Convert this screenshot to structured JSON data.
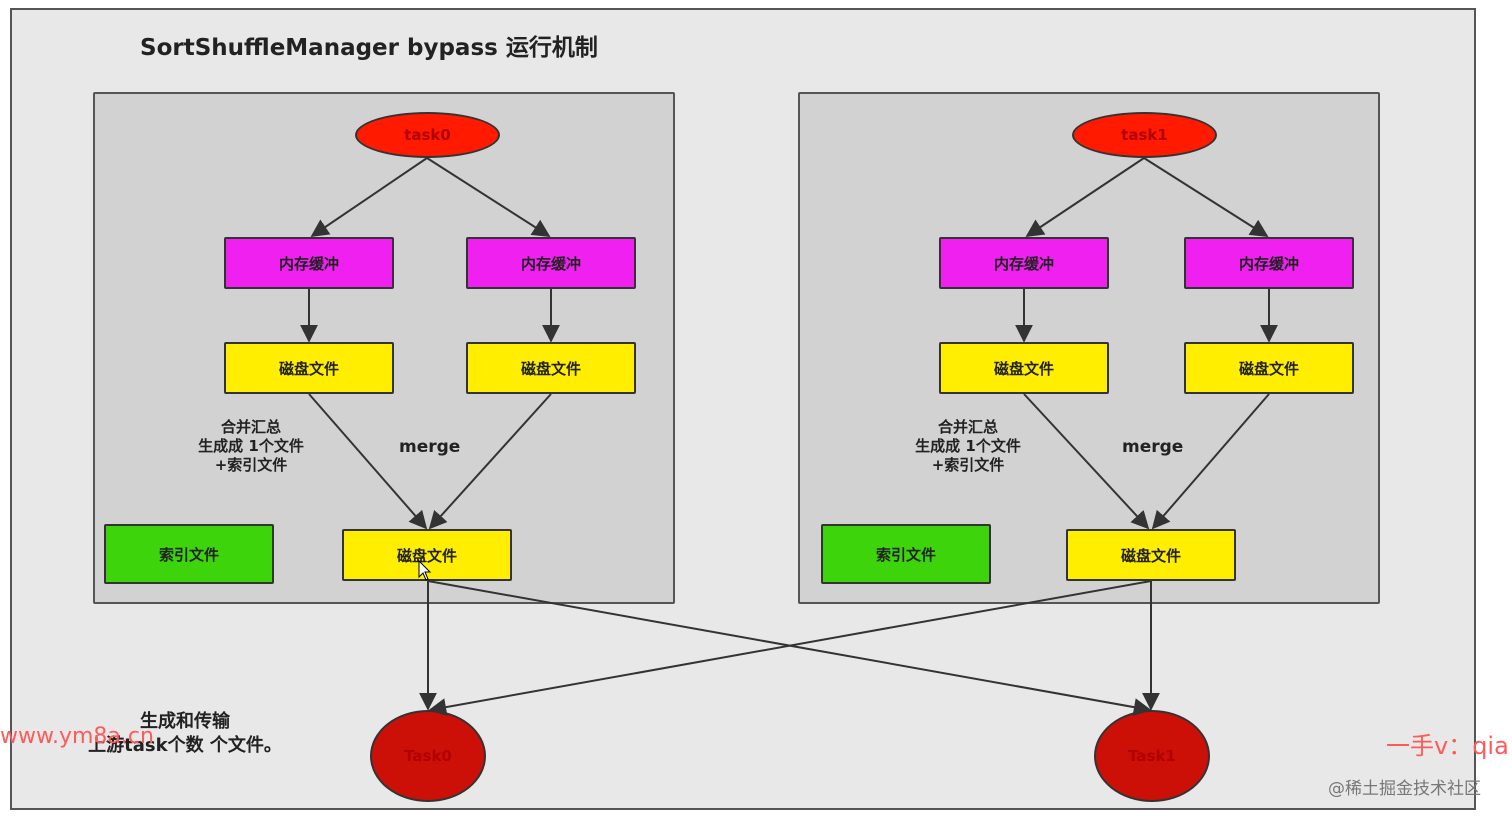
{
  "title": "SortShuffleManager bypass 运行机制",
  "left": {
    "task": "task0",
    "mem1": "内存缓冲",
    "mem2": "内存缓冲",
    "disk1": "磁盘文件",
    "disk2": "磁盘文件",
    "note_lines": [
      "合并汇总",
      "生成成 1个文件",
      "+索引文件"
    ],
    "merge": "merge",
    "index": "索引文件",
    "disk_merged": "磁盘文件"
  },
  "right": {
    "task": "task1",
    "mem1": "内存缓冲",
    "mem2": "内存缓冲",
    "disk1": "磁盘文件",
    "disk2": "磁盘文件",
    "note_lines": [
      "合并汇总",
      "生成成 1个文件",
      "+索引文件"
    ],
    "merge": "merge",
    "index": "索引文件",
    "disk_merged": "磁盘文件"
  },
  "bottom": {
    "task0": "Task0",
    "task1": "Task1",
    "note_lines": [
      "生成和传输",
      "上游task个数 个文件。"
    ]
  },
  "watermarks": {
    "left": "www.ym8a.cn",
    "right": "一手v：qia",
    "footer": "@稀土掘金技术社区"
  },
  "colors": {
    "task_top": "#ff1a00",
    "task_bottom": "#cc1008",
    "memory_buffer": "#f020f0",
    "disk_file": "#ffee00",
    "index_file": "#3dd40c",
    "panel": "#d2d2d2",
    "background": "#e8e8e8"
  }
}
